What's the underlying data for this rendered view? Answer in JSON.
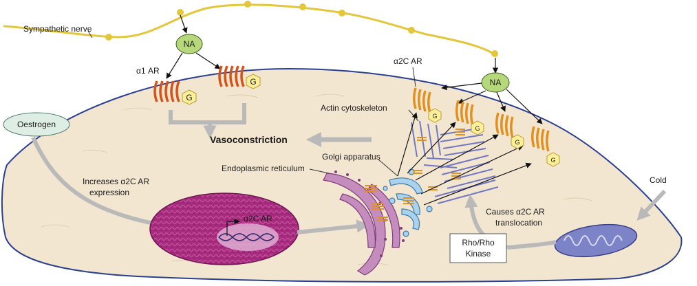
{
  "labels": {
    "sympathetic_nerve": "Sympathetic nerve",
    "na_left": "NA",
    "na_right": "NA",
    "alpha1_ar": "α1 AR",
    "alpha2c_ar": "α2C AR",
    "g_protein": "G",
    "oestrogen": "Oestrogen",
    "vasoconstriction": "Vasoconstriction",
    "actin_cytoskeleton": "Actin cytoskeleton",
    "golgi_apparatus": "Golgi apparatus",
    "endoplasmic_reticulum": "Endoplasmic reticulum",
    "increases_expression_line1": "Increases α2C AR",
    "increases_expression_line2": "expression",
    "nucleus_gene": "α2C AR",
    "cold": "Cold",
    "translocation_line1": "Causes α2C AR",
    "translocation_line2": "translocation",
    "rho_line1": "Rho/Rho",
    "rho_line2": "Kinase"
  },
  "colors": {
    "cell_fill": "#f3e6d1",
    "cell_border": "#2a3f8f",
    "nerve": "#e3c63a",
    "na_fill": "#b6d77a",
    "receptor_alpha1": "#d4531c",
    "receptor_alpha2c": "#e2901e",
    "g_protein_fill": "#fbef9c",
    "oestrogen_fill": "#dfeee4",
    "nucleus": "#a72b7e",
    "er": "#b270a8",
    "golgi": "#7ab4d8",
    "actin": "#7177c2",
    "mitochondrion": "#7d83c7",
    "pathway_arrow": "#b9b9b9"
  }
}
